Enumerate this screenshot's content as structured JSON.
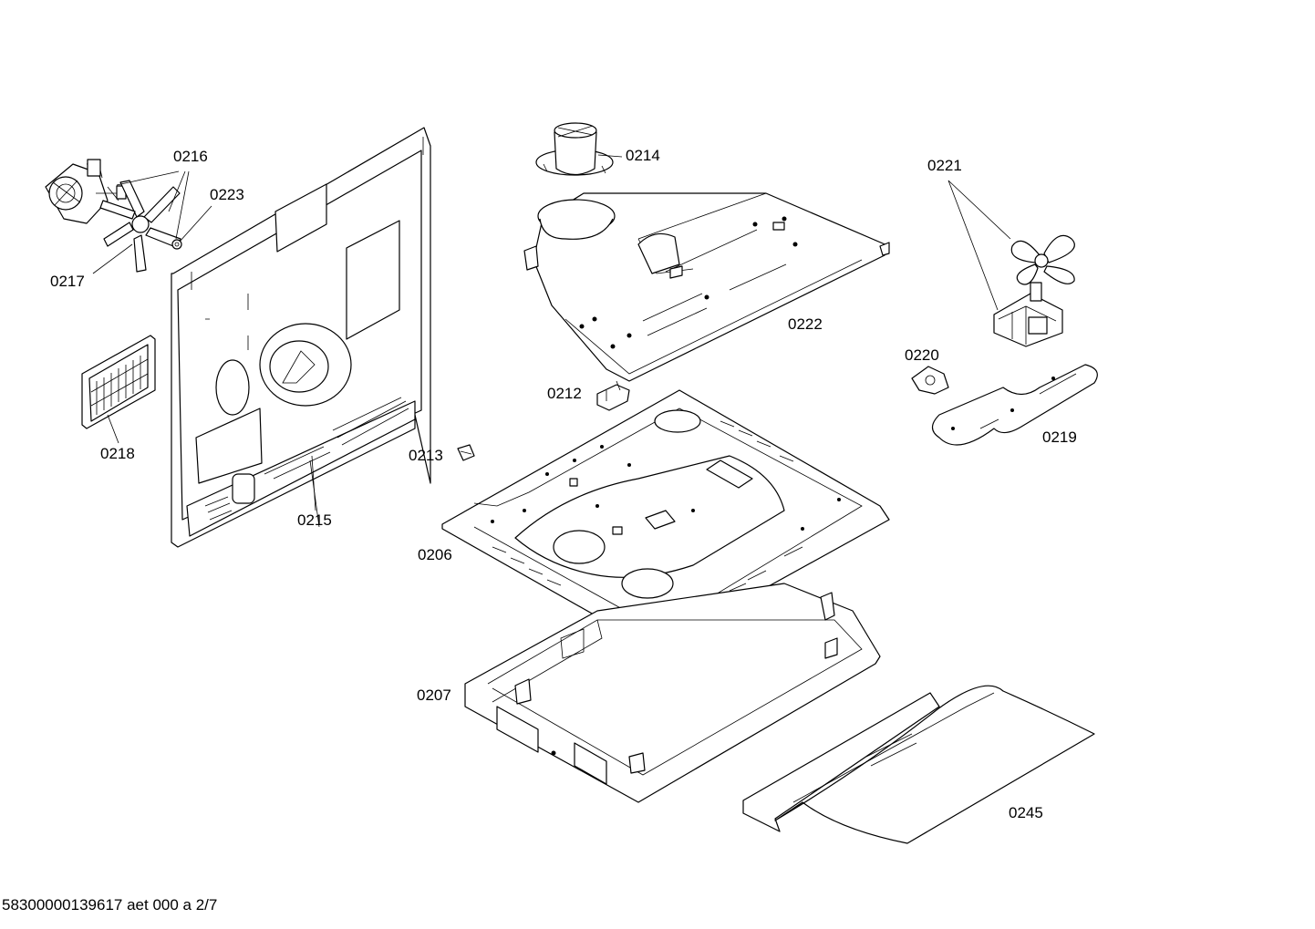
{
  "diagram": {
    "callouts": [
      {
        "id": "0206",
        "text": "0206"
      },
      {
        "id": "0207",
        "text": "0207"
      },
      {
        "id": "0212",
        "text": "0212"
      },
      {
        "id": "0213",
        "text": "0213"
      },
      {
        "id": "0214",
        "text": "0214"
      },
      {
        "id": "0215",
        "text": "0215"
      },
      {
        "id": "0216",
        "text": "0216"
      },
      {
        "id": "0217",
        "text": "0217"
      },
      {
        "id": "0218",
        "text": "0218"
      },
      {
        "id": "0219",
        "text": "0219"
      },
      {
        "id": "0220",
        "text": "0220"
      },
      {
        "id": "0221",
        "text": "0221"
      },
      {
        "id": "0222",
        "text": "0222"
      },
      {
        "id": "0223",
        "text": "0223"
      },
      {
        "id": "0245",
        "text": "0245"
      }
    ],
    "footer": "58300000139617 aet 000 a 2/7"
  }
}
